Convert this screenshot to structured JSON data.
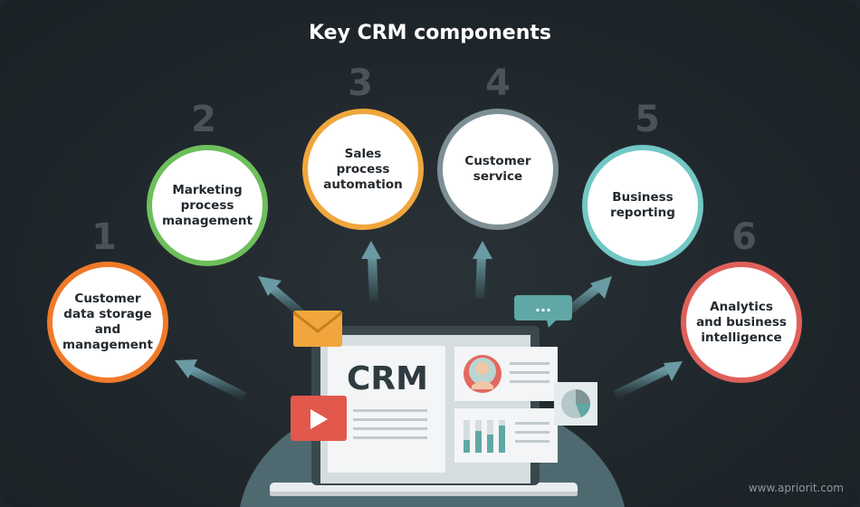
{
  "title": "Key CRM components",
  "components": [
    {
      "number": "1",
      "label": "Customer data storage and management",
      "color": "#f07a2a"
    },
    {
      "number": "2",
      "label": "Marketing process management",
      "color": "#6dbf5b"
    },
    {
      "number": "3",
      "label": "Sales process automation",
      "color": "#f0a63c"
    },
    {
      "number": "4",
      "label": "Customer service",
      "color": "#7d8f95"
    },
    {
      "number": "5",
      "label": "Business reporting",
      "color": "#72c7c4"
    },
    {
      "number": "6",
      "label": "Analytics and business intelligence",
      "color": "#e0605a"
    }
  ],
  "screen": {
    "crm_label": "CRM"
  },
  "chat_bubble": "...",
  "footer": "www.apriorit.com"
}
